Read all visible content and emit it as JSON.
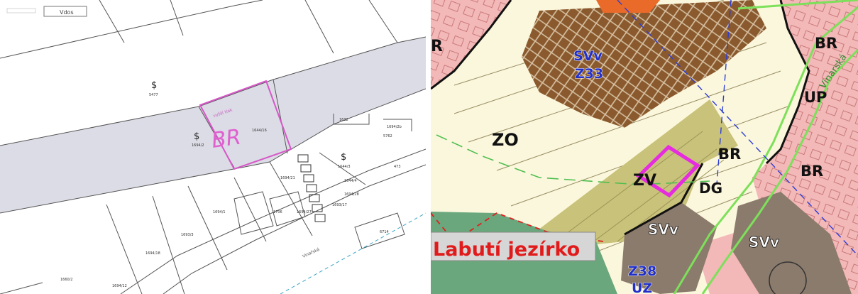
{
  "cadastral": {
    "header_box": "Vdos",
    "parcel_labels": [
      "5477",
      "1694/2",
      "1644/16",
      "1644/3",
      "1644/4",
      "1694/1",
      "1694/27",
      "1706",
      "1694/18",
      "1693/3",
      "1694/28",
      "1693/17",
      "1632",
      "1694/2b",
      "1694/21",
      "5762",
      "473",
      "6714",
      "1694/12",
      "1660/2"
    ],
    "handwritten_note": "BR",
    "handwritten_top": "vyšší tlak",
    "street_label": "Vinařská"
  },
  "zoning": {
    "zone_codes": [
      "BR",
      "BR",
      "BR",
      "BR",
      "UP",
      "ZO",
      "ZV",
      "DG",
      "SVv",
      "SVv"
    ],
    "area_code": "SVv",
    "area_number": "Z33",
    "bottom_code": "Z38",
    "bottom_sub": "UZ",
    "left_edge_code": "R",
    "street_label": "Vinarská",
    "place_label": "Labutí jezírko"
  },
  "colors": {
    "residential_pink": "#f3b8b8",
    "brown_hatch": "#8a5a2e",
    "olive_green": "#c9c27a",
    "cream": "#fbf7dc",
    "sport_brown": "#8b7b6c",
    "forest_green": "#6aa77d",
    "magenta_outline": "#e62be0",
    "red_label": "#e11b1b",
    "blue_code": "#2230c8"
  }
}
